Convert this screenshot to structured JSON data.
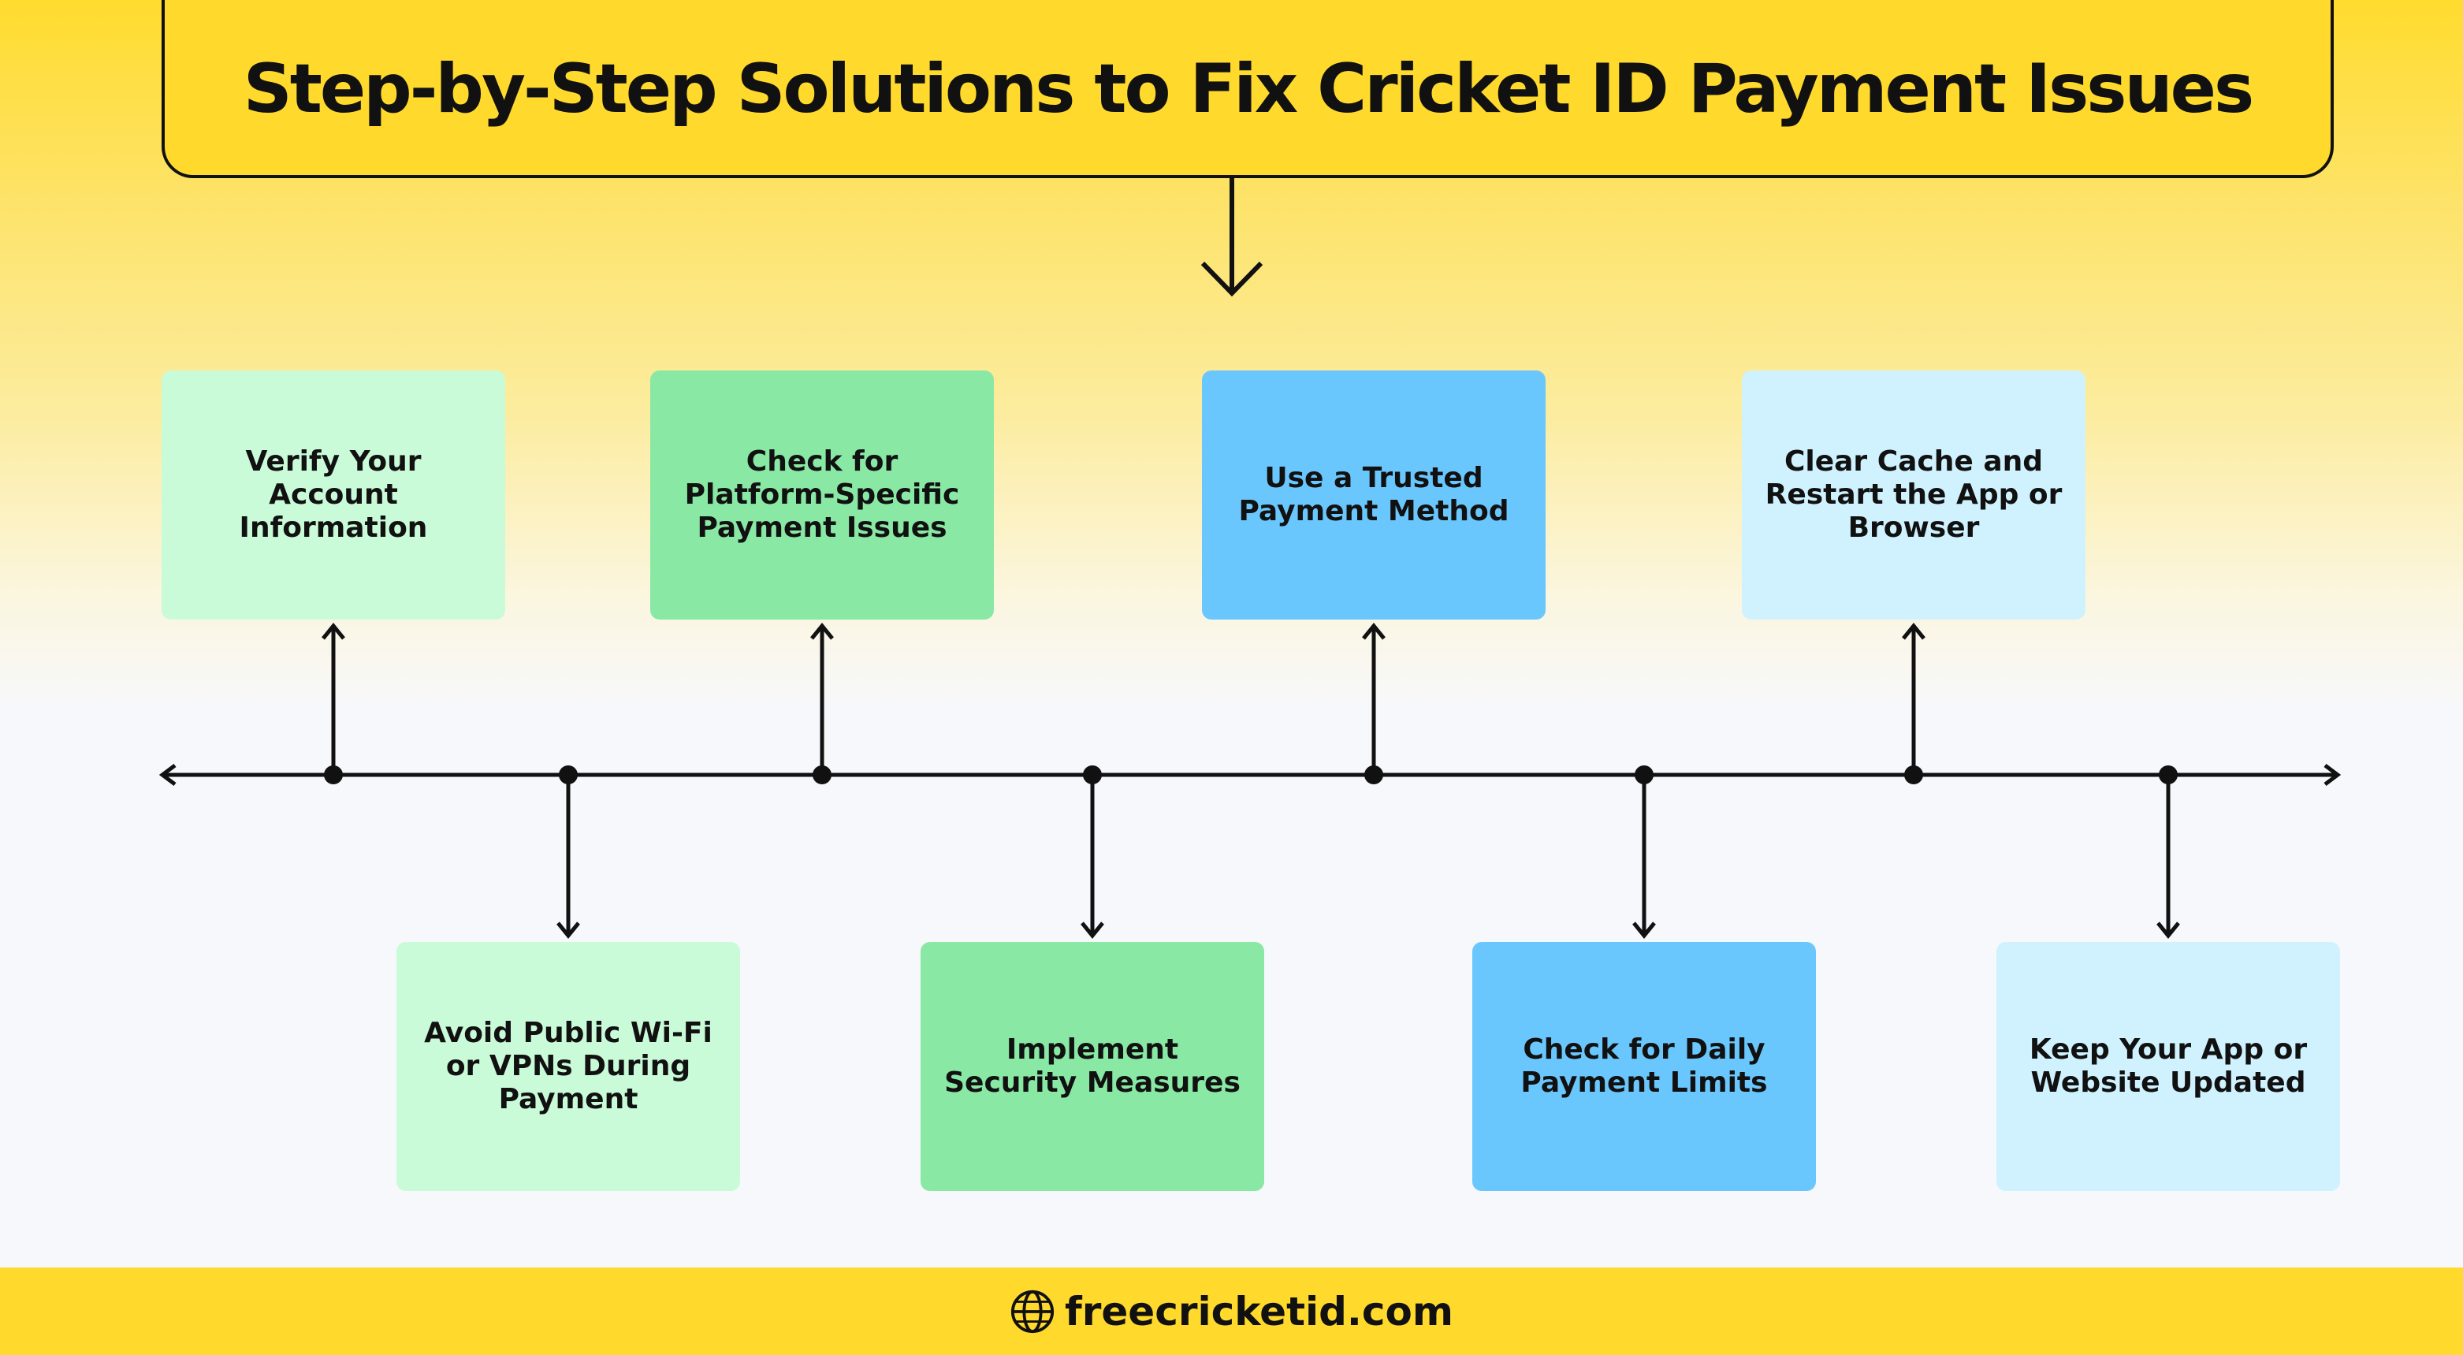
{
  "title": "Step-by-Step Solutions to Fix Cricket ID Payment Issues",
  "colors": {
    "light_green": "#c9fbd9",
    "green": "#88e8a4",
    "blue": "#6ac7fd",
    "light_blue": "#cff2fe",
    "accent_yellow": "#ffd92c"
  },
  "steps_top": [
    {
      "label": "Verify Your Account Information",
      "color": "light_green"
    },
    {
      "label": "Check for Platform-Specific Payment Issues",
      "color": "green"
    },
    {
      "label": "Use a Trusted Payment Method",
      "color": "blue"
    },
    {
      "label": "Clear Cache and Restart the App or Browser",
      "color": "light_blue"
    }
  ],
  "steps_bottom": [
    {
      "label": "Avoid Public Wi-Fi or VPNs During Payment",
      "color": "light_green"
    },
    {
      "label": "Implement Security Measures",
      "color": "green"
    },
    {
      "label": "Check for Daily Payment Limits",
      "color": "blue"
    },
    {
      "label": "Keep Your App or Website Updated",
      "color": "light_blue"
    }
  ],
  "footer": {
    "url": "freecricketid.com",
    "icon": "globe-icon"
  }
}
